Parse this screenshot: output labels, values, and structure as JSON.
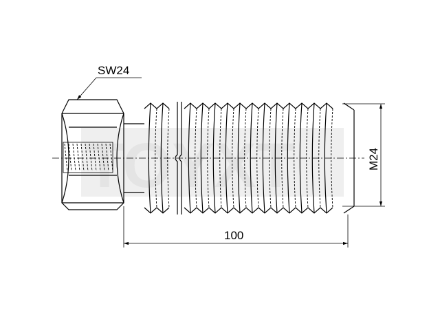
{
  "diagram": {
    "type": "threaded-bolt-technical-drawing",
    "wrench_size_label": "SW24",
    "length_label": "100",
    "thread_label": "M24",
    "watermark": "TOYXT",
    "colors": {
      "line": "#000000",
      "watermark": "#e4e4e4",
      "background": "#ffffff"
    }
  }
}
